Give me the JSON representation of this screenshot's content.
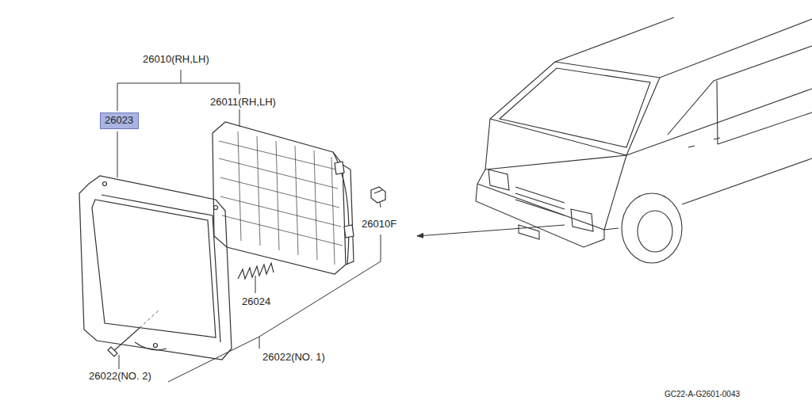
{
  "diagram": {
    "nodes": [
      {
        "text": [
          "26023"
        ]
      }
    ],
    "labels": [
      "26010(RH,LH)",
      "26011(RH,LH)",
      "26010F",
      "26024",
      "26022(NO. 1)",
      "26022(NO. 2)",
      "GC22-A-G2601-0043"
    ]
  }
}
